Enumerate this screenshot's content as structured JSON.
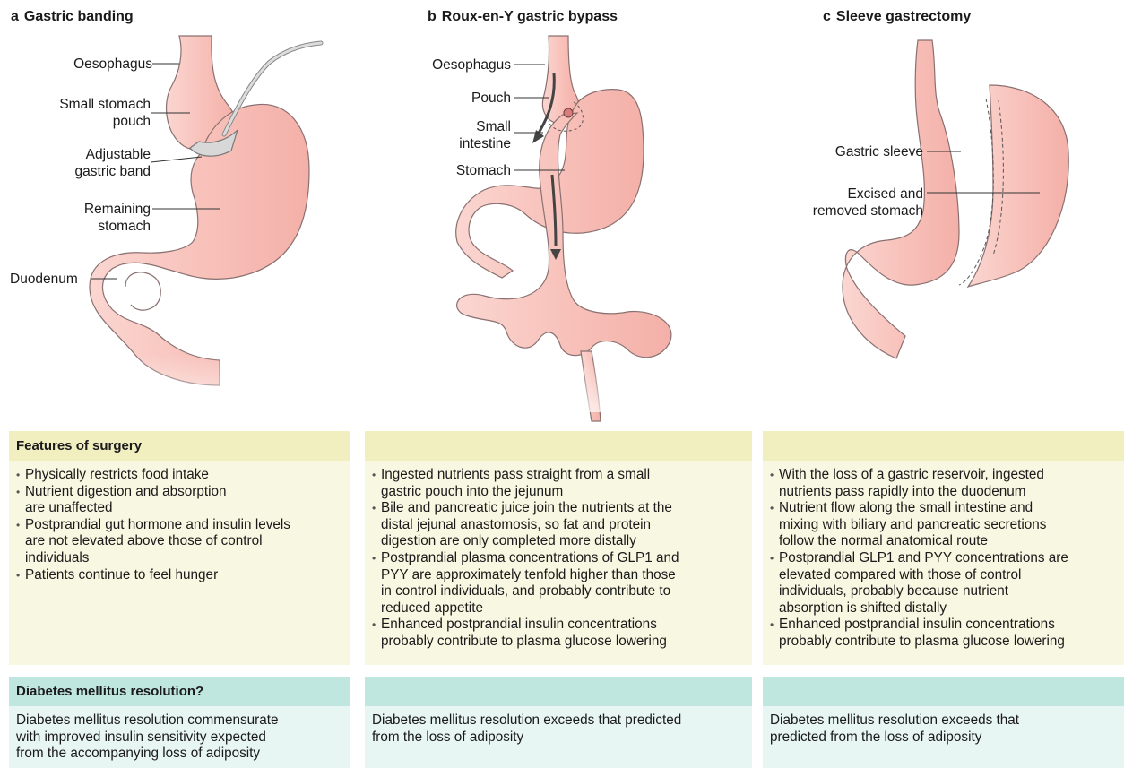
{
  "panels": [
    {
      "letter": "a",
      "title": "Gastric banding"
    },
    {
      "letter": "b",
      "title": "Roux-en-Y gastric bypass"
    },
    {
      "letter": "c",
      "title": "Sleeve gastrectomy"
    }
  ],
  "labels_a": {
    "oesophagus": "Oesophagus",
    "pouch_1": "Small stomach",
    "pouch_2": "pouch",
    "band_1": "Adjustable",
    "band_2": "gastric band",
    "remaining_1": "Remaining",
    "remaining_2": "stomach",
    "duodenum": "Duodenum"
  },
  "labels_b": {
    "oesophagus": "Oesophagus",
    "pouch": "Pouch",
    "intestine_1": "Small",
    "intestine_2": "intestine",
    "stomach": "Stomach"
  },
  "labels_c": {
    "sleeve": "Gastric sleeve",
    "excised_1": "Excised and",
    "excised_2": "removed stomach"
  },
  "features": {
    "header": "Features of surgery",
    "a": [
      "Physically restricts food intake",
      "Nutrient digestion and absorption\nare unaffected",
      "Postprandial gut hormone and insulin levels\nare not elevated above those of control\nindividuals",
      "Patients continue to feel hunger"
    ],
    "b": [
      "Ingested nutrients pass straight from a small\ngastric pouch into the jejunum",
      "Bile and pancreatic juice join the nutrients at the\ndistal jejunal anastomosis, so fat and protein\ndigestion are only completed more distally",
      "Postprandial plasma concentrations of GLP1 and\nPYY are approximately tenfold higher than those\nin control individuals, and probably contribute to\nreduced appetite",
      "Enhanced postprandial insulin concentrations\nprobably contribute to plasma glucose lowering"
    ],
    "c": [
      "With the loss of a gastric reservoir, ingested\nnutrients pass rapidly into the duodenum",
      "Nutrient flow along the small intestine and\nmixing with biliary and pancreatic secretions\nfollow the normal anatomical route",
      "Postprandial GLP1 and PYY concentrations are\nelevated compared with those of control\nindividuals, probably because nutrient\nabsorption is shifted distally",
      "Enhanced postprandial insulin concentrations\nprobably contribute to plasma glucose lowering"
    ]
  },
  "diabetes": {
    "header": "Diabetes mellitus resolution?",
    "a": "Diabetes mellitus resolution commensurate\nwith improved insulin sensitivity expected\nfrom the accompanying loss of adiposity",
    "b": "Diabetes mellitus resolution exceeds that predicted\nfrom the loss of adiposity",
    "c": "Diabetes mellitus resolution exceeds that\npredicted from the loss of adiposity"
  },
  "colors": {
    "tissue": "#f9c9c3",
    "tissue_stroke": "#6b5a5a",
    "features_header": "#f1eebf",
    "features_body": "#f8f7e1",
    "diabetes_header": "#bfe6df",
    "diabetes_body": "#e8f6f3"
  }
}
